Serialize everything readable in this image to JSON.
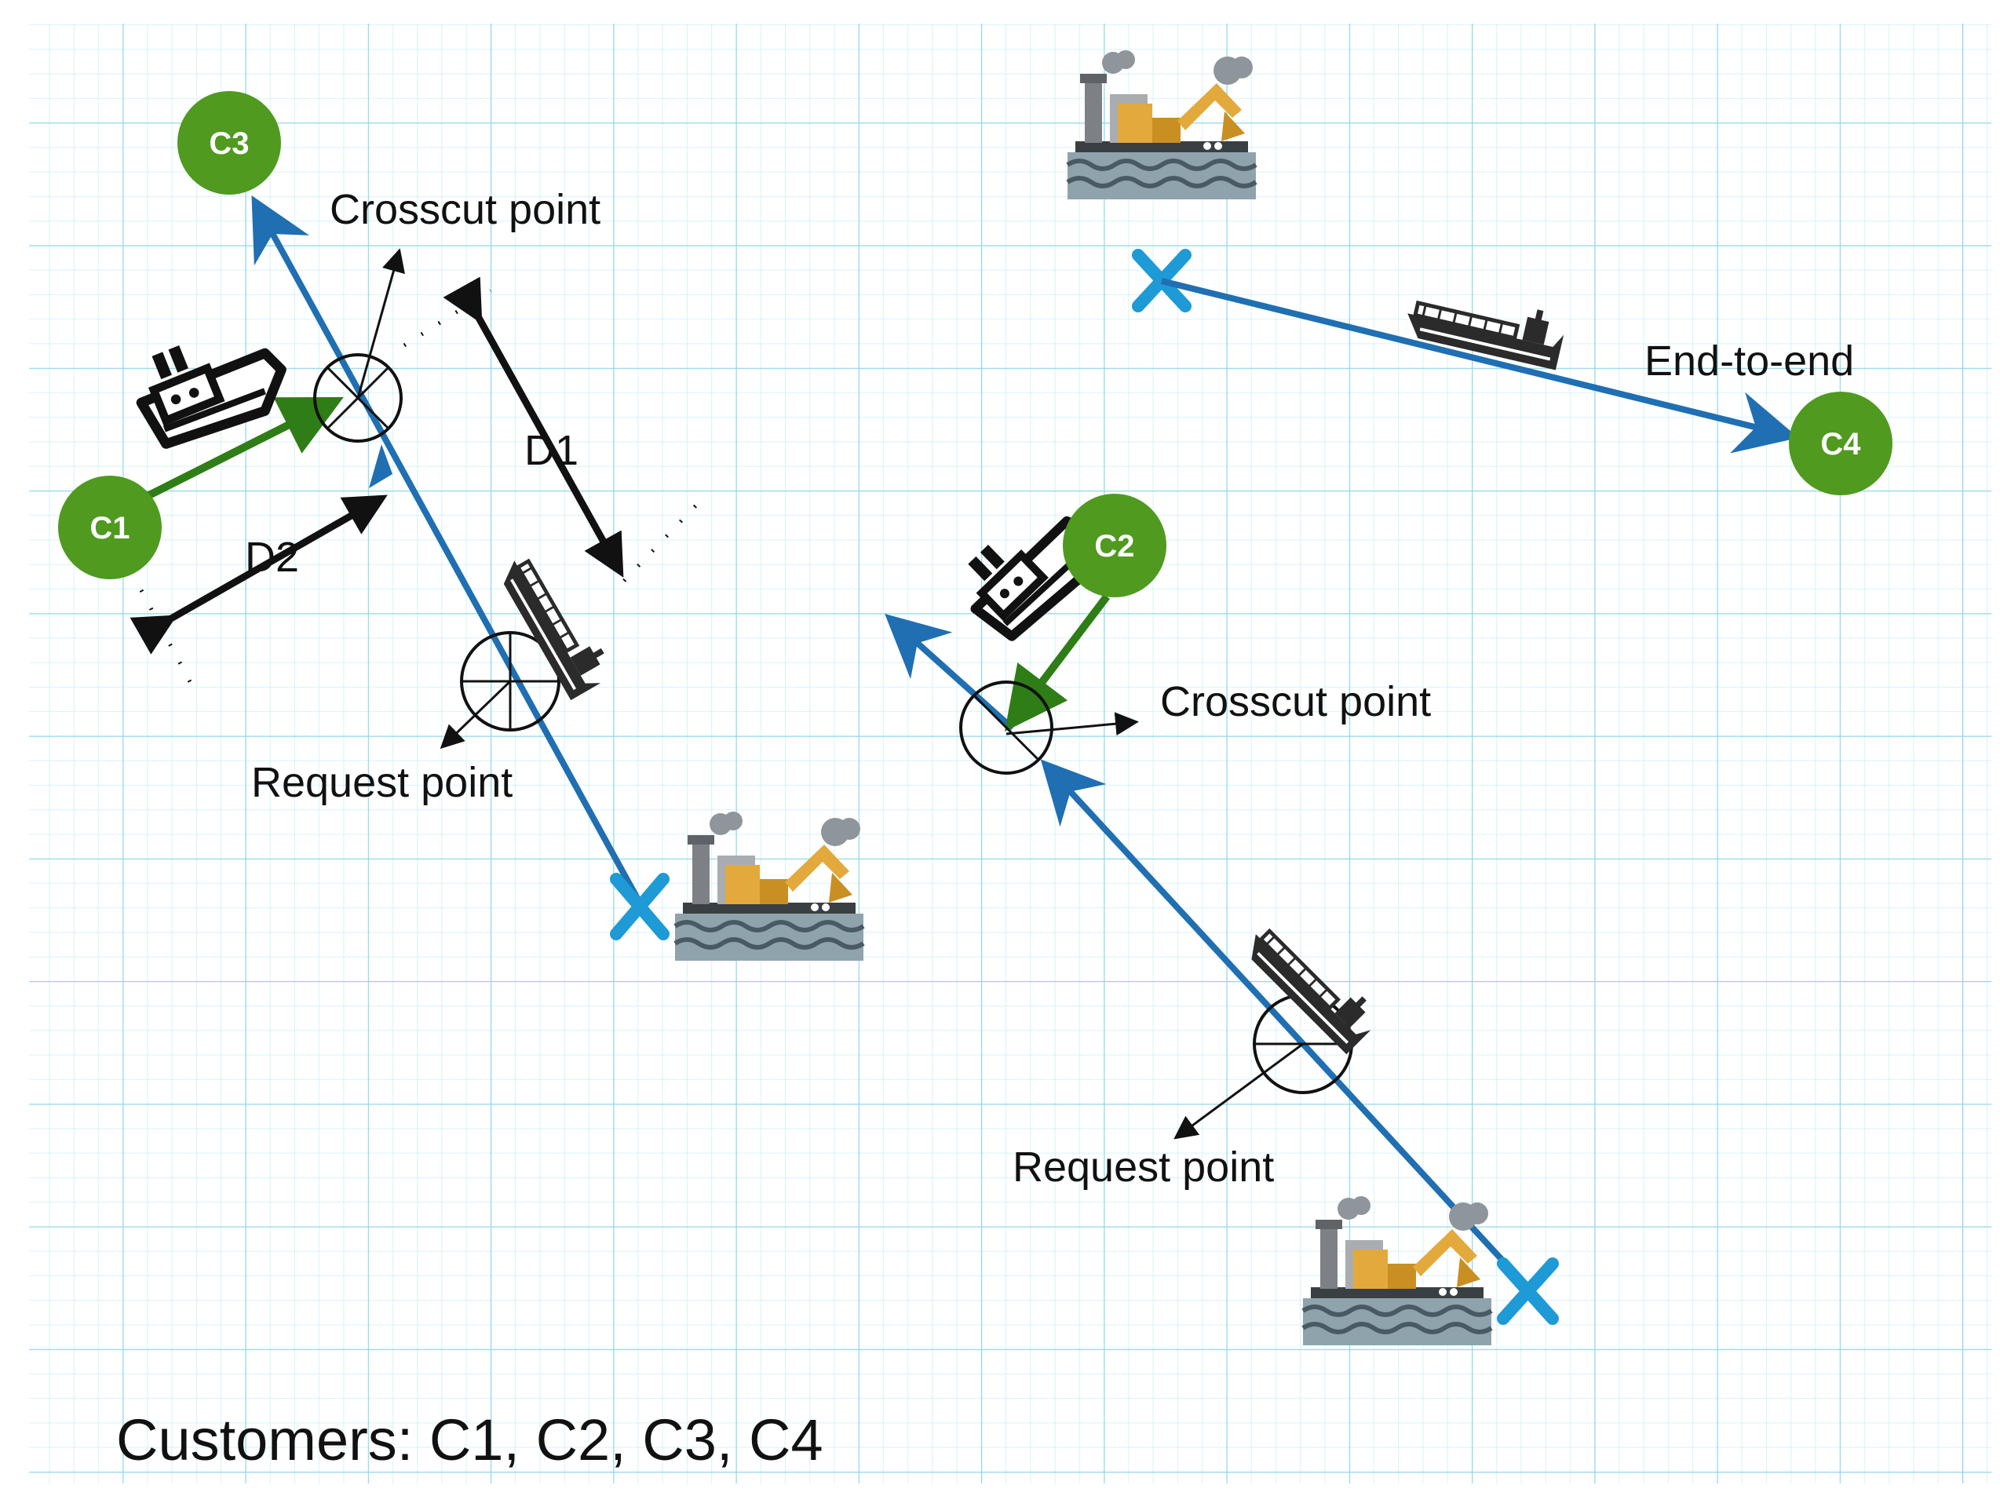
{
  "caption": "Customers: C1, C2, C3, C4",
  "customers": {
    "c1": "C1",
    "c2": "C2",
    "c3": "C3",
    "c4": "C4"
  },
  "labels": {
    "crosscut_left": "Crosscut point",
    "crosscut_right": "Crosscut point",
    "request_left": "Request point",
    "request_right": "Request point",
    "end_to_end": "End-to-end",
    "d1": "D1",
    "d2": "D2"
  },
  "colors": {
    "grid_line": "#bfeaf3",
    "route_blue": "#1f6fb2",
    "port_x_blue": "#1e9ad6",
    "customer_green": "#4f9a1f",
    "segment_green": "#2f7d16"
  },
  "icons": {
    "port": "port-excavator-icon",
    "ship": "ship-icon",
    "cargo_ship": "cargo-ship-icon",
    "port_marker": "x-marker-icon",
    "crosscut": "crosscut-circle-icon"
  }
}
